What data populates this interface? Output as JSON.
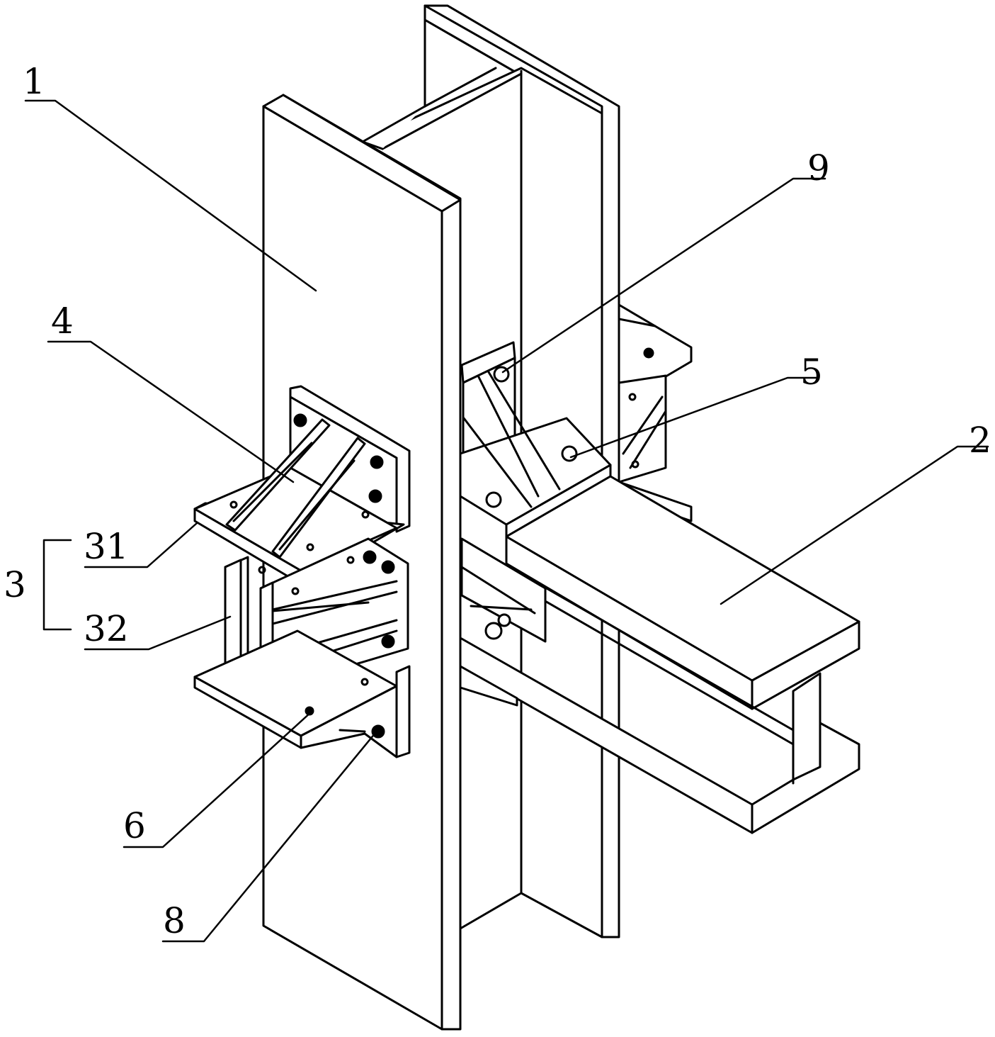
{
  "labels": {
    "l1": "1",
    "l2": "2",
    "l3": "3",
    "l31": "31",
    "l32": "32",
    "l4": "4",
    "l5": "5",
    "l6": "6",
    "l8": "8",
    "l9": "9"
  },
  "colors": {
    "stroke": "#000000",
    "fill": "#ffffff"
  }
}
